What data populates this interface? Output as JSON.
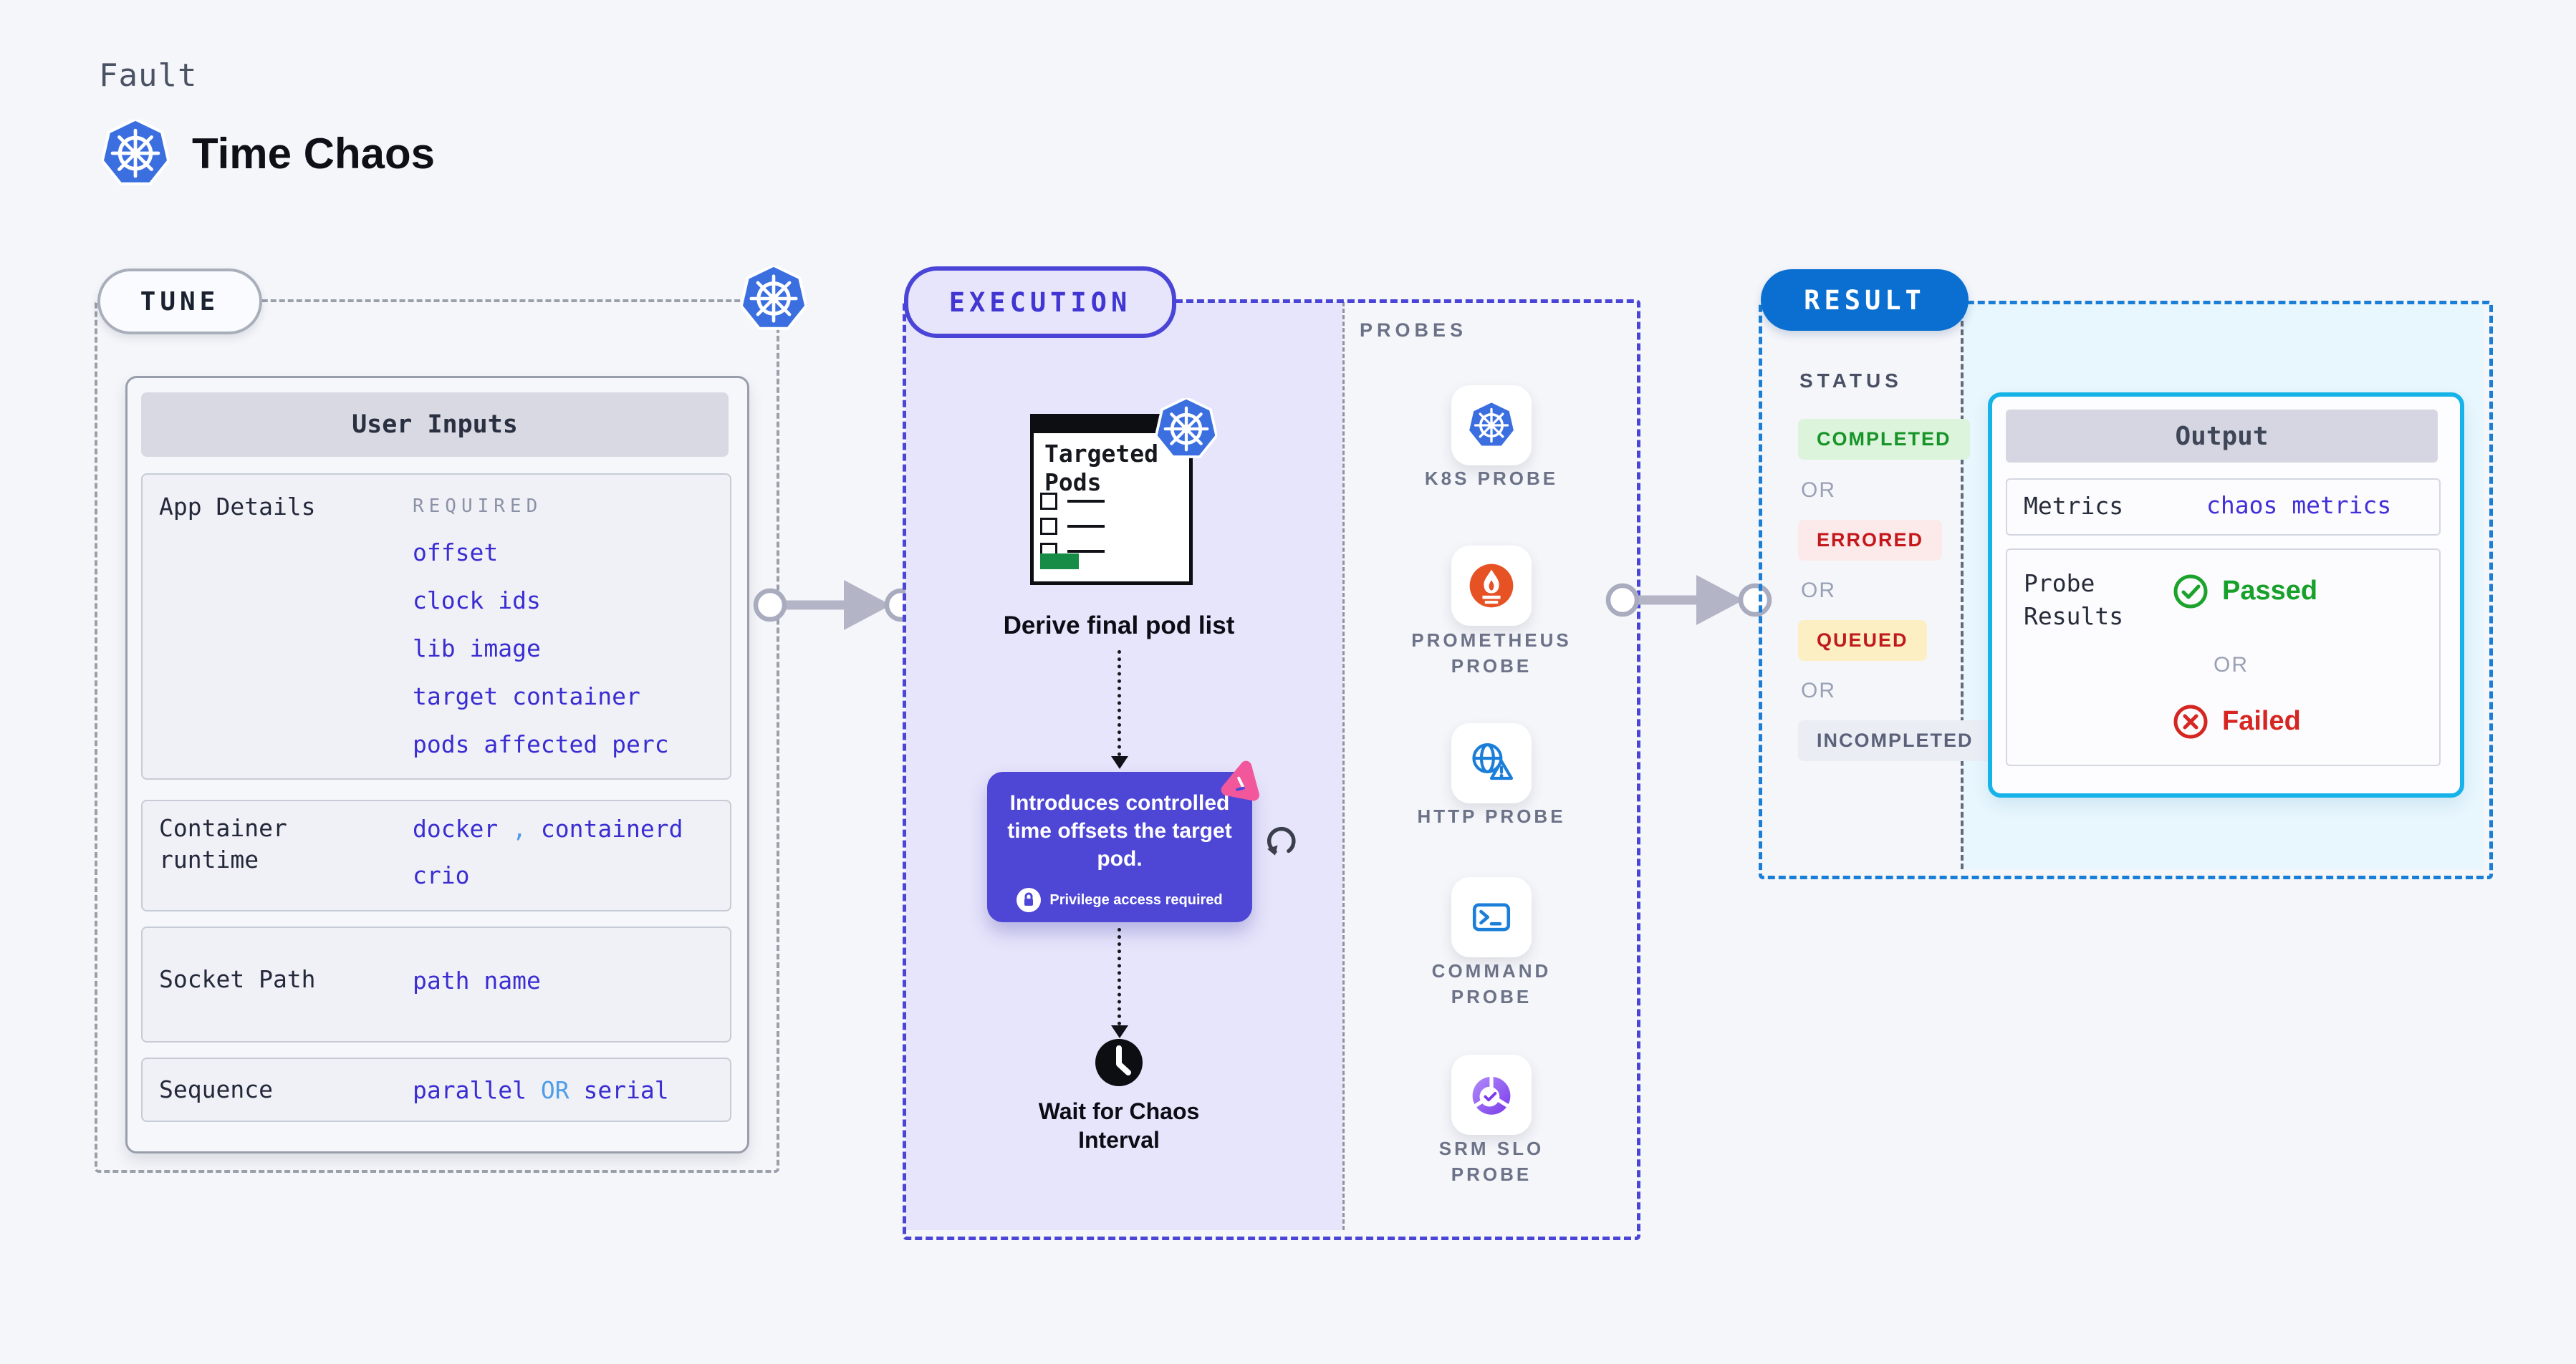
{
  "header": {
    "kicker": "Fault",
    "title": "Time Chaos"
  },
  "tune": {
    "label": "TUNE",
    "user_inputs": {
      "title": "User Inputs",
      "app_details": {
        "label": "App Details",
        "badge": "REQUIRED",
        "links": [
          "offset",
          "clock ids",
          "lib image",
          "target container",
          "pods affected perc"
        ]
      },
      "container_runtime": {
        "label": "Container runtime",
        "value1": "docker",
        "separator": ",",
        "value2": "containerd",
        "value3": "crio"
      },
      "socket_path": {
        "label": "Socket Path",
        "value": "path name"
      },
      "sequence": {
        "label": "Sequence",
        "option1": "parallel",
        "or": "OR",
        "option2": "serial"
      }
    }
  },
  "execution": {
    "label": "EXECUTION",
    "pods_card": {
      "title": "Targeted Pods"
    },
    "derive_caption": "Derive final pod list",
    "tooltip": {
      "text": "Introduces controlled time offsets the target pod.",
      "note": "Privilege access required"
    },
    "wait_caption": "Wait for Chaos Interval",
    "probes": {
      "title": "PROBES",
      "items": [
        {
          "label": "K8S PROBE",
          "icon": "k8s-icon"
        },
        {
          "label": "PROMETHEUS PROBE",
          "icon": "prometheus-icon"
        },
        {
          "label": "HTTP PROBE",
          "icon": "http-globe-warning-icon"
        },
        {
          "label": "COMMAND PROBE",
          "icon": "terminal-icon"
        },
        {
          "label": "SRM SLO PROBE",
          "icon": "srm-slo-icon"
        }
      ]
    }
  },
  "result": {
    "label": "RESULT",
    "status": {
      "title": "STATUS",
      "or": "OR",
      "badges": [
        {
          "label": "COMPLETED",
          "type": "success"
        },
        {
          "label": "ERRORED",
          "type": "error"
        },
        {
          "label": "QUEUED",
          "type": "warn"
        },
        {
          "label": "INCOMPLETED",
          "type": "muted"
        }
      ]
    },
    "output": {
      "title": "Output",
      "metrics_label": "Metrics",
      "metrics_value": "chaos metrics",
      "probe_results_label": "Probe Results",
      "passed": "Passed",
      "or": "OR",
      "failed": "Failed"
    }
  },
  "colors": {
    "background": "#f5f6fa",
    "indigo_accent": "#4a45d6",
    "link_indigo": "#3a2dd1",
    "light_blue": "#4f9de9",
    "result_blue": "#0b6fd1",
    "cyan_border": "#16b3e9",
    "lavender_fill": "#e7e5fb",
    "cyan_fill": "#e8f6fd",
    "tooltip_purple": "#4e46d5",
    "success_green": "#179427",
    "fail_red": "#d62621",
    "pods_green": "#168c46",
    "kubernetes_blue": "#3b6fe0",
    "prometheus_orange": "#e75225",
    "chaos_pink": "#f2579b"
  }
}
